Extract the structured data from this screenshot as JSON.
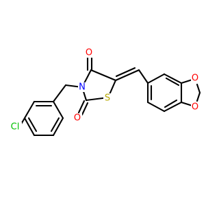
{
  "molecule": {
    "atoms": {
      "o_upper_carbonyl": "O",
      "o_lower_carbonyl": "O",
      "n_ring": "N",
      "s_ring": "S",
      "o_dioxole_top": "O",
      "o_dioxole_bottom": "O",
      "cl": "Cl"
    },
    "colors": {
      "oxygen": "#ff0000",
      "nitrogen": "#0000ff",
      "sulfur": "#b8a800",
      "chlorine": "#00c000",
      "carbon_bond": "#000000"
    }
  }
}
